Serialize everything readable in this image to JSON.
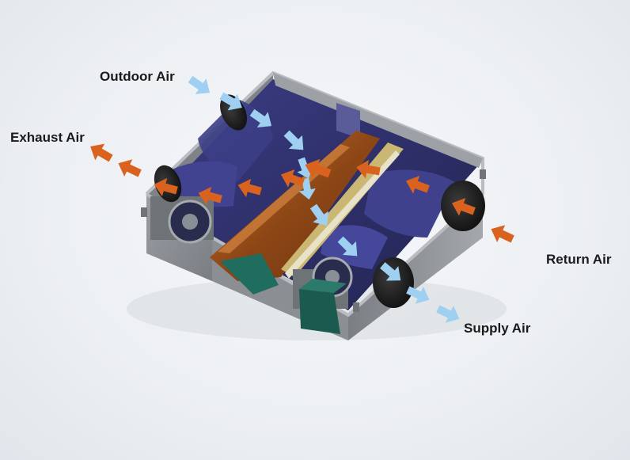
{
  "labels": {
    "outdoor_air": "Outdoor Air",
    "exhaust_air": "Exhaust Air",
    "return_air": "Return Air",
    "supply_air": "Supply Air"
  },
  "colors": {
    "fresh_air_arrow": "#9fd0f2",
    "stale_air_arrow": "#d9621e",
    "interior_blue": "#2e2f6a",
    "core_orange": "#a85a1c",
    "filter_teal": "#1e6a5c",
    "casing_gray": "#8d9196"
  },
  "icons": [
    "fresh-air-arrow-icon",
    "stale-air-arrow-icon",
    "fan-icon",
    "duct-collar-icon"
  ]
}
